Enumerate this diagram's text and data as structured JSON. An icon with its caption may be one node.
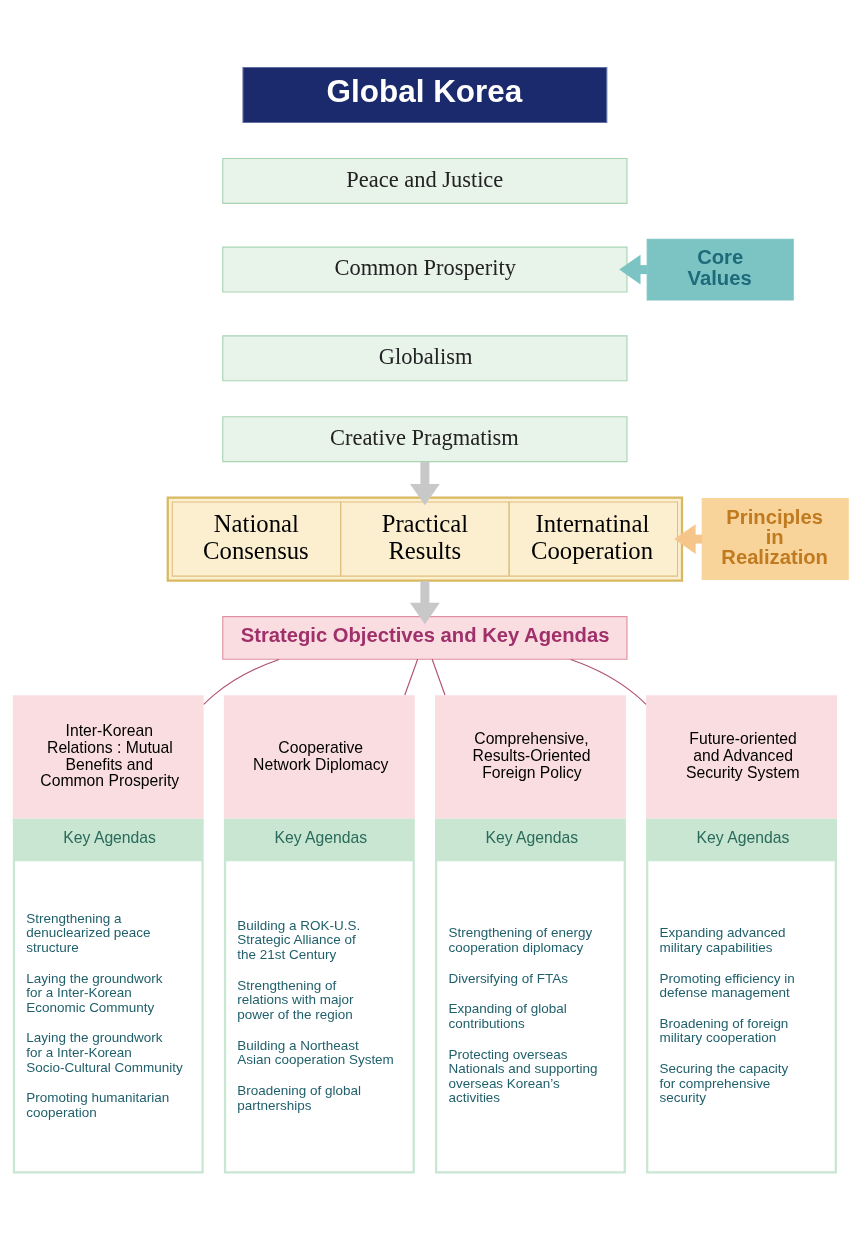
{
  "diagram": {
    "nodes": [
      {
        "text": [
          "Global Korea"
        ]
      },
      {
        "text": [
          "Core Values"
        ]
      },
      {
        "text": [
          "Peace and Justice"
        ]
      },
      {
        "text": [
          "Common Prosperity"
        ]
      },
      {
        "text": [
          "Globalism"
        ]
      },
      {
        "text": [
          "Creative Pragmatism"
        ]
      },
      {
        "text": [
          "Principles in Realization"
        ]
      },
      {
        "text": [
          "National Consensus",
          "Practical Results",
          "Internatinal Cooperation"
        ]
      },
      {
        "text": [
          "Strategic Objectives and Key Agendas"
        ]
      },
      {
        "text": [
          "Inter-Korean Relations : Mutual Benefits and Common Prosperity",
          "Key Agendas",
          "Strengthening a denuclearized peace structure",
          "Laying the groundwork for a Inter-Korean Economic Communty",
          "Laying the groundwork for a Inter-Korean Socio-Cultural Community",
          "Promoting humanitarian cooperation"
        ]
      },
      {
        "text": [
          "Cooperative Network Diplomacy",
          "Key Agendas",
          "Building a ROK-U.S. Strategic Alliance of the 21st Century",
          "Strengthening of relations with major power of the region",
          "Building a Northeast Asian cooperation System",
          "Broadening of global partnerships"
        ]
      },
      {
        "text": [
          "Comprehensive, Results-Oriented Foreign Policy",
          "Key Agendas",
          "Strengthening of energy cooperation diplomacy",
          "Diversifying of FTAs",
          "Expanding of global contributions",
          "Protecting overseas Nationals and supporting overseas Korean’s activities"
        ]
      },
      {
        "text": [
          "Future-oriented and Advanced Security System",
          "Key Agendas",
          "Expanding advanced military capabilities",
          "Promoting efficiency in defense management",
          "Broadening of foreign military cooperation",
          "Securing the capacity for comprehensive security"
        ]
      }
    ],
    "edges": [
      {
        "from": 1,
        "to": 3,
        "arrow": "to",
        "style": "thick",
        "color": "#7cc4c4"
      },
      {
        "from": 5,
        "to": 7,
        "arrow": "to",
        "style": "thick",
        "color": "#c8c8c8"
      },
      {
        "from": 6,
        "to": 7,
        "arrow": "to",
        "style": "thick",
        "color": "#f5c58a"
      },
      {
        "from": 7,
        "to": 8,
        "arrow": "to",
        "style": "thick",
        "color": "#c8c8c8"
      },
      {
        "from": 8,
        "to": 9,
        "arrow": "none"
      },
      {
        "from": 8,
        "to": 10,
        "arrow": "none"
      },
      {
        "from": 8,
        "to": 11,
        "arrow": "none"
      },
      {
        "from": 8,
        "to": 12,
        "arrow": "none"
      }
    ]
  }
}
